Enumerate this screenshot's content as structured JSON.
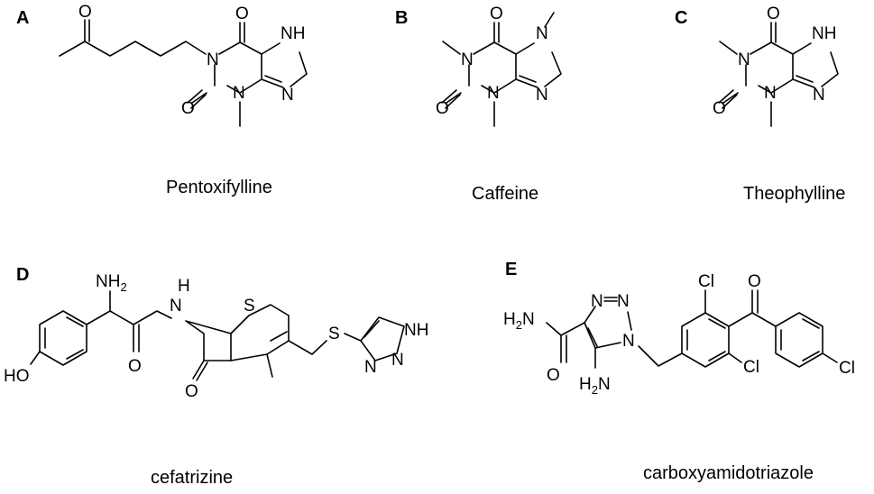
{
  "panels": [
    {
      "label": "A",
      "caption": "Pentoxifylline"
    },
    {
      "label": "B",
      "caption": "Caffeine"
    },
    {
      "label": "C",
      "caption": "Theophylline"
    },
    {
      "label": "D",
      "caption": "cefatrizine"
    },
    {
      "label": "E",
      "caption": "carboxyamidotriazole"
    }
  ],
  "atoms": {
    "O": "O",
    "N": "N",
    "NH": "NH",
    "H": "H",
    "S": "S",
    "Cl": "Cl",
    "HO": "HO",
    "NH2": "NH",
    "H2N": "H",
    "sub2": "2",
    "N_tail": "N"
  }
}
